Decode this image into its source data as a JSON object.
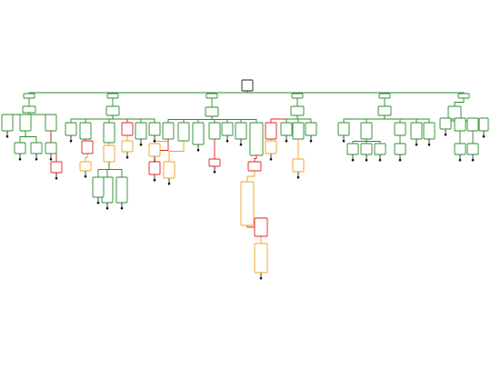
{
  "diagram": {
    "title": "",
    "colors": {
      "ok": "#2e8b2e",
      "warn": "#f0a020",
      "error": "#e02020",
      "root": "#222222",
      "terminal": "#111111"
    },
    "nodes": [
      {
        "id": "root",
        "status": "root",
        "text": ""
      },
      {
        "id": "b1",
        "status": "ok",
        "text": ""
      },
      {
        "id": "b2",
        "status": "ok",
        "text": ""
      },
      {
        "id": "b3",
        "status": "ok",
        "text": ""
      },
      {
        "id": "b4",
        "status": "ok",
        "text": ""
      },
      {
        "id": "b5",
        "status": "ok",
        "text": ""
      },
      {
        "id": "b6",
        "status": "ok",
        "text": ""
      },
      {
        "id": "b1a",
        "status": "ok",
        "text": ""
      },
      {
        "id": "b1a1",
        "status": "ok",
        "text": ""
      },
      {
        "id": "b1a2",
        "status": "ok",
        "text": ""
      },
      {
        "id": "b1a3",
        "status": "ok",
        "text": ""
      },
      {
        "id": "b1a2a",
        "status": "ok",
        "text": ""
      },
      {
        "id": "b1a2b",
        "status": "ok",
        "text": ""
      },
      {
        "id": "b1a3a",
        "status": "ok",
        "text": ""
      },
      {
        "id": "b1a3b",
        "status": "error",
        "text": ""
      },
      {
        "id": "b2a",
        "status": "ok",
        "text": ""
      },
      {
        "id": "b2a1",
        "status": "ok",
        "text": ""
      },
      {
        "id": "b2a2",
        "status": "ok",
        "text": ""
      },
      {
        "id": "b2a3",
        "status": "ok",
        "text": ""
      },
      {
        "id": "b2a4",
        "status": "error",
        "text": ""
      },
      {
        "id": "b2a5",
        "status": "ok",
        "text": ""
      },
      {
        "id": "b2a6",
        "status": "ok",
        "text": ""
      },
      {
        "id": "b2a2a",
        "status": "error",
        "text": ""
      },
      {
        "id": "b2a2b",
        "status": "warn",
        "text": ""
      },
      {
        "id": "b2a3a",
        "status": "warn",
        "text": ""
      },
      {
        "id": "b2a3b",
        "status": "ok",
        "text": ""
      },
      {
        "id": "b2a3c",
        "status": "ok",
        "text": ""
      },
      {
        "id": "b2a3d",
        "status": "ok",
        "text": ""
      },
      {
        "id": "b2a4a",
        "status": "warn",
        "text": ""
      },
      {
        "id": "b3a",
        "status": "ok",
        "text": ""
      },
      {
        "id": "b3a1",
        "status": "ok",
        "text": ""
      },
      {
        "id": "b3a2",
        "status": "ok",
        "text": ""
      },
      {
        "id": "b3a3",
        "status": "ok",
        "text": ""
      },
      {
        "id": "b3a4",
        "status": "ok",
        "text": ""
      },
      {
        "id": "b3a5",
        "status": "ok",
        "text": ""
      },
      {
        "id": "b3a6",
        "status": "ok",
        "text": ""
      },
      {
        "id": "b3a7",
        "status": "ok",
        "text": ""
      },
      {
        "id": "b3a1a",
        "status": "warn",
        "text": ""
      },
      {
        "id": "b3a1b",
        "status": "error",
        "text": ""
      },
      {
        "id": "b3a2a",
        "status": "warn",
        "text": ""
      },
      {
        "id": "b3a4a",
        "status": "error",
        "text": ""
      },
      {
        "id": "b3a6a",
        "status": "error",
        "text": ""
      },
      {
        "id": "b3a6b",
        "status": "warn",
        "text": ""
      },
      {
        "id": "b3a6c",
        "status": "error",
        "text": ""
      },
      {
        "id": "b3a6d",
        "status": "warn",
        "text": ""
      },
      {
        "id": "b4a",
        "status": "ok",
        "text": ""
      },
      {
        "id": "b4a1",
        "status": "error",
        "text": ""
      },
      {
        "id": "b4a2",
        "status": "ok",
        "text": ""
      },
      {
        "id": "b4a3",
        "status": "ok",
        "text": ""
      },
      {
        "id": "b4a4",
        "status": "ok",
        "text": ""
      },
      {
        "id": "b4a1a",
        "status": "warn",
        "text": ""
      },
      {
        "id": "b4a3a",
        "status": "warn",
        "text": ""
      },
      {
        "id": "b5a",
        "status": "ok",
        "text": ""
      },
      {
        "id": "b5a1",
        "status": "ok",
        "text": ""
      },
      {
        "id": "b5a2",
        "status": "ok",
        "text": ""
      },
      {
        "id": "b5a3",
        "status": "ok",
        "text": ""
      },
      {
        "id": "b5a4",
        "status": "ok",
        "text": ""
      },
      {
        "id": "b5a5",
        "status": "ok",
        "text": ""
      },
      {
        "id": "b5a2a",
        "status": "ok",
        "text": ""
      },
      {
        "id": "b5a2b",
        "status": "ok",
        "text": ""
      },
      {
        "id": "b5a2c",
        "status": "ok",
        "text": ""
      },
      {
        "id": "b5a3a",
        "status": "ok",
        "text": ""
      },
      {
        "id": "b6a",
        "status": "ok",
        "text": ""
      },
      {
        "id": "b6a1",
        "status": "ok",
        "text": ""
      },
      {
        "id": "b6a2",
        "status": "ok",
        "text": ""
      },
      {
        "id": "b6a3",
        "status": "ok",
        "text": ""
      },
      {
        "id": "b6a4",
        "status": "ok",
        "text": ""
      },
      {
        "id": "b6a2a",
        "status": "ok",
        "text": ""
      },
      {
        "id": "b6a3a",
        "status": "ok",
        "text": ""
      }
    ],
    "edges": [
      [
        "root",
        "b1"
      ],
      [
        "root",
        "b2"
      ],
      [
        "root",
        "b3"
      ],
      [
        "root",
        "b4"
      ],
      [
        "root",
        "b5"
      ],
      [
        "root",
        "b6"
      ],
      [
        "b1",
        "b1a"
      ],
      [
        "b1a",
        "b1a1"
      ],
      [
        "b1a",
        "b1a2"
      ],
      [
        "b1a",
        "b1a3"
      ],
      [
        "b1a2",
        "b1a2a"
      ],
      [
        "b1a2",
        "b1a2b"
      ],
      [
        "b1a3",
        "b1a3a"
      ],
      [
        "b1a3",
        "b1a3b"
      ],
      [
        "b2",
        "b2a"
      ],
      [
        "b2a",
        "b2a1"
      ],
      [
        "b2a",
        "b2a2"
      ],
      [
        "b2a",
        "b2a3"
      ],
      [
        "b2a",
        "b2a4"
      ],
      [
        "b2a",
        "b2a5"
      ],
      [
        "b2a",
        "b2a6"
      ],
      [
        "b2a2",
        "b2a2a"
      ],
      [
        "b2a2a",
        "b2a2b"
      ],
      [
        "b2a3",
        "b2a3a"
      ],
      [
        "b2a3a",
        "b2a3b"
      ],
      [
        "b2a3a",
        "b2a3c"
      ],
      [
        "b2a3a",
        "b2a3d"
      ],
      [
        "b2a4",
        "b2a4a"
      ],
      [
        "b3",
        "b3a"
      ],
      [
        "b3a",
        "b3a1"
      ],
      [
        "b3a",
        "b3a2"
      ],
      [
        "b3a",
        "b3a3"
      ],
      [
        "b3a",
        "b3a4"
      ],
      [
        "b3a",
        "b3a5"
      ],
      [
        "b3a",
        "b3a6"
      ],
      [
        "b3a",
        "b3a7"
      ],
      [
        "b3a1",
        "b3a1a"
      ],
      [
        "b3a1",
        "b3a1b"
      ],
      [
        "b3a2",
        "b3a2a"
      ],
      [
        "b3a4",
        "b3a4a"
      ],
      [
        "b3a6",
        "b3a6a"
      ],
      [
        "b3a6a",
        "b3a6b"
      ],
      [
        "b3a6b",
        "b3a6c"
      ],
      [
        "b3a6c",
        "b3a6d"
      ],
      [
        "b4",
        "b4a"
      ],
      [
        "b4a",
        "b4a1"
      ],
      [
        "b4a",
        "b4a2"
      ],
      [
        "b4a",
        "b4a3"
      ],
      [
        "b4a",
        "b4a4"
      ],
      [
        "b4a1",
        "b4a1a"
      ],
      [
        "b4a3",
        "b4a3a"
      ],
      [
        "b5",
        "b5a"
      ],
      [
        "b5a",
        "b5a1"
      ],
      [
        "b5a",
        "b5a2"
      ],
      [
        "b5a",
        "b5a3"
      ],
      [
        "b5a",
        "b5a4"
      ],
      [
        "b5a",
        "b5a5"
      ],
      [
        "b5a2",
        "b5a2a"
      ],
      [
        "b5a2",
        "b5a2b"
      ],
      [
        "b5a2",
        "b5a2c"
      ],
      [
        "b5a3",
        "b5a3a"
      ],
      [
        "b6",
        "b6a"
      ],
      [
        "b6a",
        "b6a1"
      ],
      [
        "b6a",
        "b6a2"
      ],
      [
        "b6a",
        "b6a3"
      ],
      [
        "b6a",
        "b6a4"
      ],
      [
        "b6a2",
        "b6a2a"
      ],
      [
        "b6a3",
        "b6a3a"
      ]
    ],
    "terminals": [
      "b1a1",
      "b1a2a",
      "b1a2b",
      "b1a3a",
      "b1a3b",
      "b2a1",
      "b2a2b",
      "b2a3b",
      "b2a3c",
      "b2a3d",
      "b2a4a",
      "b2a5",
      "b2a6",
      "b3a1a",
      "b3a1b",
      "b3a2a",
      "b3a3",
      "b3a4a",
      "b3a5",
      "b3a6d",
      "b3a7",
      "b4a1a",
      "b4a2",
      "b4a3a",
      "b4a4",
      "b5a1",
      "b5a2a",
      "b5a2b",
      "b5a2c",
      "b5a3a",
      "b5a4",
      "b5a5",
      "b6a1",
      "b6a2a",
      "b6a3a",
      "b6a4"
    ]
  }
}
